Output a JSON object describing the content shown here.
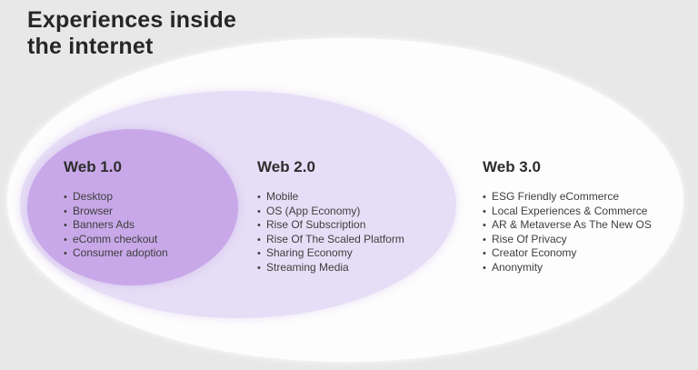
{
  "title": {
    "line1": "Experiences inside",
    "line2": "the internet"
  },
  "colors": {
    "background": "#e9e8e8",
    "outer_ellipse": "#fdfdfd",
    "middle_ellipse": "#e6def6",
    "inner_ellipse": "#c8a8e8",
    "heading_text": "#2d2d2d",
    "body_text": "#3e3e3e",
    "title_text": "#262626"
  },
  "bullet_char": "•",
  "sections": [
    {
      "heading": "Web 1.0",
      "items": [
        "Desktop",
        "Browser",
        "Banners Ads",
        "eComm checkout",
        "Consumer adoption"
      ]
    },
    {
      "heading": "Web 2.0",
      "items": [
        "Mobile",
        "OS (App Economy)",
        "Rise Of Subscription",
        "Rise Of The Scaled Platform",
        "Sharing Economy",
        "Streaming Media"
      ]
    },
    {
      "heading": "Web 3.0",
      "items": [
        "ESG Friendly eCommerce",
        "Local Experiences & Commerce",
        "AR & Metaverse As The New OS",
        "Rise Of Privacy",
        "Creator Economy",
        "Anonymity"
      ]
    }
  ]
}
